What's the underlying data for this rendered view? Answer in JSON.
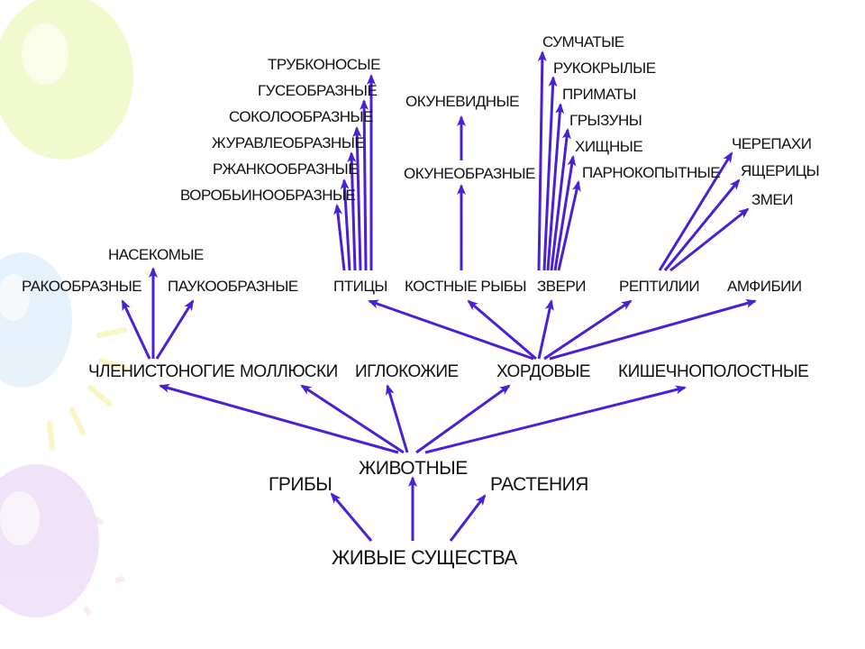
{
  "colors": {
    "arrow": "#4b1fd6",
    "text": "#111111"
  },
  "nodes": {
    "living": "ЖИВЫЕ СУЩЕСТВА",
    "fungi": "ГРИБЫ",
    "animals": "ЖИВОТНЫЕ",
    "plants": "РАСТЕНИЯ",
    "arthropods": "ЧЛЕНИСТОНОГИЕ",
    "mollusks": "МОЛЛЮСКИ",
    "echinoderms": "ИГЛОКОЖИЕ",
    "chordates": "ХОРДОВЫЕ",
    "cnidarians": "КИШЕЧНОПОЛОСТНЫЕ",
    "crustaceans": "РАКООБРАЗНЫЕ",
    "insects": "НАСЕКОМЫЕ",
    "arachnids": "ПАУКООБРАЗНЫЕ",
    "birds": "ПТИЦЫ",
    "bony_fish": "КОСТНЫЕ РЫБЫ",
    "mammals": "ЗВЕРИ",
    "reptiles": "РЕПТИЛИИ",
    "amphibians": "АМФИБИИ",
    "tubenoses": "ТРУБКОНОСЫЕ",
    "anseriformes": "ГУСЕОБРАЗНЫЕ",
    "falconiformes": "СОКОЛООБРАЗНЫЕ",
    "gruiformes": "ЖУРАВЛЕОБРАЗНЫЕ",
    "piciformes": "РЖАНКООБРАЗНЫЕ",
    "passeriformes": "ВОРОБЬИНООБРАЗНЫЕ",
    "perch_like": "ОКУНЕВИДНЫЕ",
    "perciformes": "ОКУНЕОБРАЗНЫЕ",
    "marsupials": "СУМЧАТЫЕ",
    "bats": "РУКОКРЫЛЫЕ",
    "primates": "ПРИМАТЫ",
    "rodents": "ГРЫЗУНЫ",
    "carnivores": "ХИЩНЫЕ",
    "artiodactyls": "ПАРНОКОПЫТНЫЕ",
    "turtles": "ЧЕРЕПАХИ",
    "lizards": "ЯЩЕРИЦЫ",
    "snakes": "ЗМЕИ"
  }
}
